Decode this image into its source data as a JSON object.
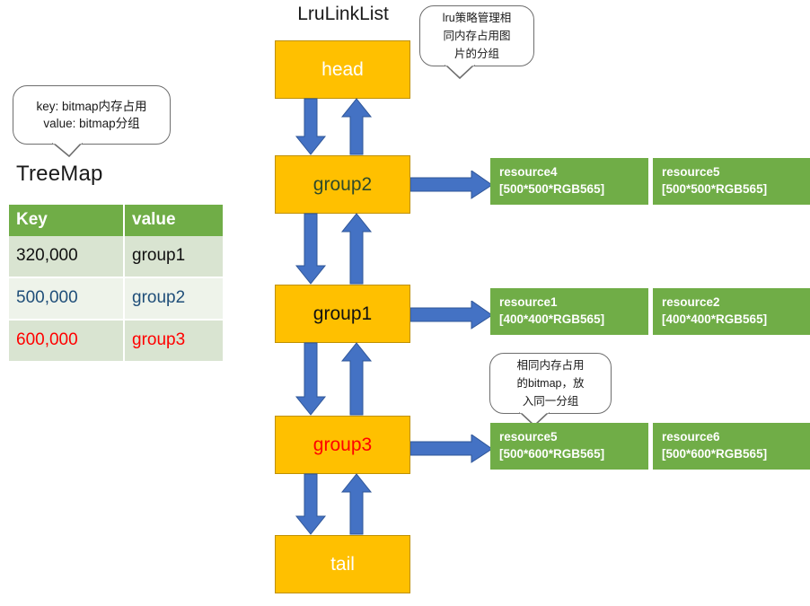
{
  "callouts": {
    "treemap": {
      "name": "treemap-legend-callout",
      "line1": "key:  bitmap内存占用",
      "line2": "value: bitmap分组"
    },
    "lru": {
      "name": "lru-strategy-callout",
      "line1": "lru策略管理相",
      "line2": "同内存占用图",
      "line3": "片的分组"
    },
    "same_memory": {
      "name": "same-memory-callout",
      "line1": "相同内存占用",
      "line2": "的bitmap，放",
      "line3": "入同一分组"
    }
  },
  "treemap": {
    "title": "TreeMap",
    "columns": [
      "Key",
      "value"
    ],
    "rows": [
      {
        "key": "320,000",
        "value": "group1",
        "color": "#111111"
      },
      {
        "key": "500,000",
        "value": "group2",
        "color": "#1f4e79"
      },
      {
        "key": "600,000",
        "value": "group3",
        "color": "#ff0000"
      }
    ]
  },
  "linklist": {
    "title": "LruLinkList",
    "nodes": [
      {
        "label": "head",
        "text_color": "#ffffff"
      },
      {
        "label": "group2",
        "text_color": "#2f4a2a"
      },
      {
        "label": "group1",
        "text_color": "#111111"
      },
      {
        "label": "group3",
        "text_color": "#ff0000"
      },
      {
        "label": "tail",
        "text_color": "#ffffff"
      }
    ]
  },
  "resource_groups": [
    {
      "owner": "group2",
      "items": [
        {
          "name": "resource4",
          "dims": "[500*500*RGB565]"
        },
        {
          "name": "resource5",
          "dims": "[500*500*RGB565]"
        }
      ]
    },
    {
      "owner": "group1",
      "items": [
        {
          "name": "resource1",
          "dims": "[400*400*RGB565]"
        },
        {
          "name": "resource2",
          "dims": "[400*400*RGB565]"
        }
      ]
    },
    {
      "owner": "group3",
      "items": [
        {
          "name": "resource5",
          "dims": "[500*600*RGB565]"
        },
        {
          "name": "resource6",
          "dims": "[500*600*RGB565]"
        }
      ]
    }
  ],
  "colors": {
    "node_fill": "#ffc000",
    "node_stroke": "#bf9000",
    "resource_fill": "#70ad47",
    "arrow_fill": "#4472c4",
    "arrow_stroke": "#2e5597",
    "table_header": "#70ad47",
    "table_row_dark": "#d9e4d1",
    "table_row_light": "#eef3ea"
  },
  "icons": {
    "down_arrow": "arrow-down-icon",
    "up_arrow": "arrow-up-icon",
    "right_arrow": "arrow-right-icon"
  }
}
